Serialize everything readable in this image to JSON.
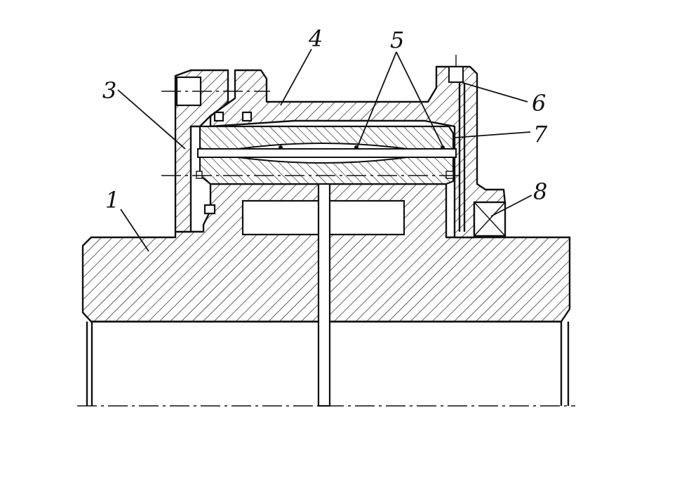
{
  "callouts": [
    {
      "id": "1",
      "label": "1"
    },
    {
      "id": "3",
      "label": "3"
    },
    {
      "id": "4",
      "label": "4"
    },
    {
      "id": "5",
      "label": "5"
    },
    {
      "id": "6",
      "label": "6"
    },
    {
      "id": "7",
      "label": "7"
    },
    {
      "id": "8",
      "label": "8"
    }
  ]
}
